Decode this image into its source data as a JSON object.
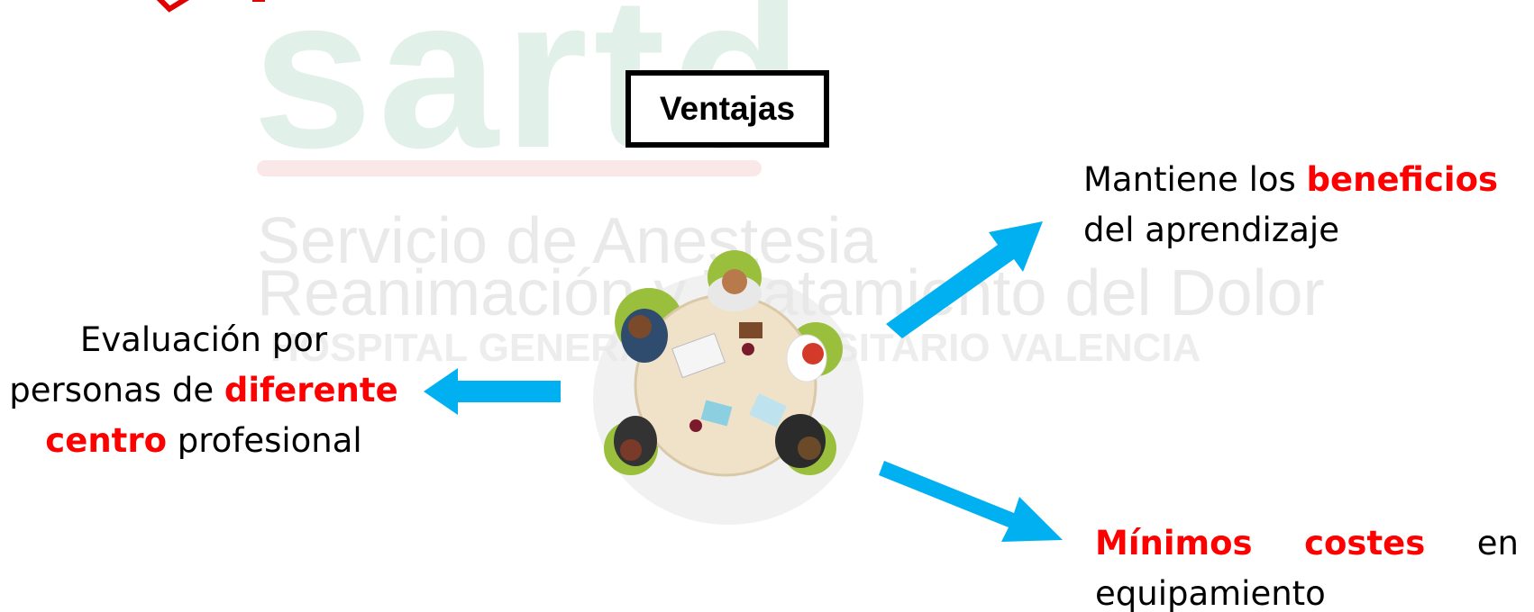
{
  "watermark": {
    "logo": "sartd",
    "line1": "Servicio de Anestesia",
    "line2": "Reanimación y Tratamiento del Dolor",
    "line3": "HOSPITAL GENERAL UNIVERSITARIO VALENCIA"
  },
  "title": "Ventajas",
  "left": {
    "line1": "Evaluación por",
    "line2_pre": "personas de ",
    "line2_hl": "diferente",
    "line3_hl": "centro",
    "line3_post": " profesional"
  },
  "top_right": {
    "pre": "Mantiene los ",
    "hl": "beneficios",
    "post": "del aprendizaje"
  },
  "bottom_right": {
    "hl1": "Mínimos",
    "hl2": "costes",
    "word": "en",
    "line2": "equipamiento"
  },
  "colors": {
    "accent": "#ff0000",
    "arrow": "#00b0f0",
    "frame": "#000000"
  },
  "icons": {
    "illustration": "meeting-table-illustration",
    "arrow": "arrow-icon"
  }
}
